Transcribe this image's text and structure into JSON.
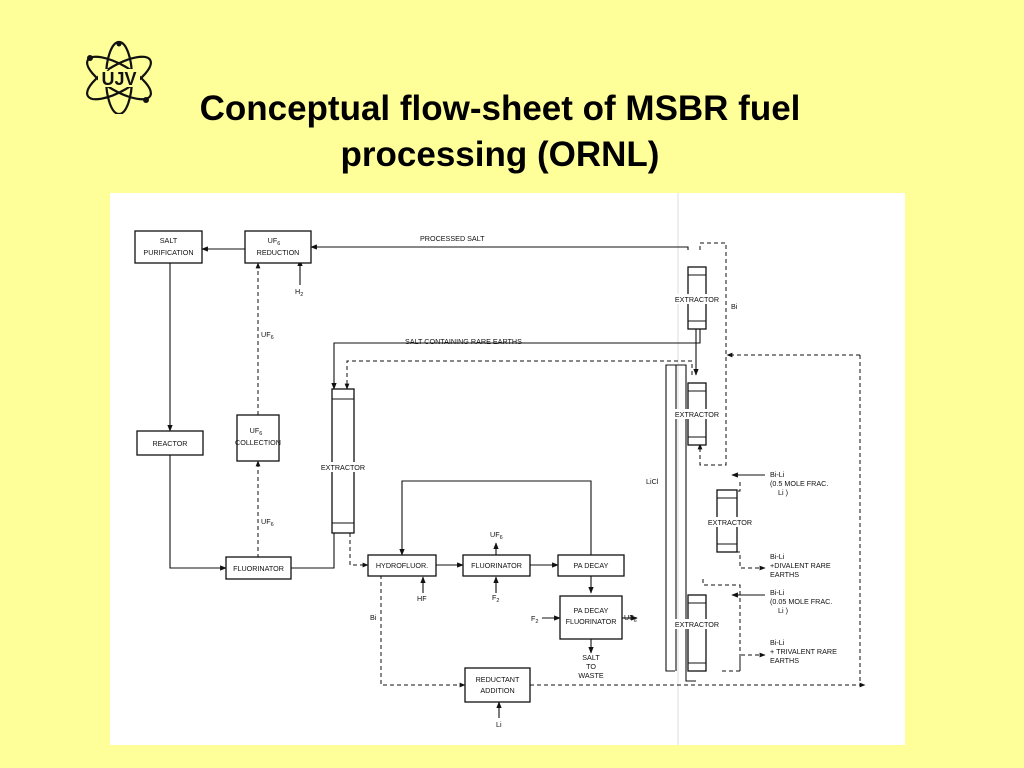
{
  "logo": {
    "text": "ÚJV"
  },
  "slide": {
    "title_line1": "Conceptual flow-sheet of MSBR fuel",
    "title_line2": "processing (ORNL)"
  },
  "diagram": {
    "boxes": {
      "salt_purification_1": "SALT",
      "salt_purification_2": "PURIFICATION",
      "uf6_reduction_1": "UF",
      "uf6_reduction_sub": "6",
      "uf6_reduction_2": "REDUCTION",
      "reactor": "REACTOR",
      "uf6_collection_1": "UF",
      "uf6_collection_sub": "6",
      "uf6_collection_2": "COLLECTION",
      "fluorinator_1": "FLUORINATOR",
      "extractor_main": "EXTRACTOR",
      "hydrofluor": "HYDROFLUOR.",
      "fluorinator_2": "FLUORINATOR",
      "pa_decay": "PA DECAY",
      "pa_decay_fluorinator_1": "PA DECAY",
      "pa_decay_fluorinator_2": "FLUORINATOR",
      "reductant_addition_1": "REDUCTANT",
      "reductant_addition_2": "ADDITION",
      "extractor_top": "EXTRACTOR",
      "extractor_mid": "EXTRACTOR",
      "extractor_bili": "EXTRACTOR",
      "extractor_bottom": "EXTRACTOR"
    },
    "labels": {
      "processed_salt": "PROCESSED SALT",
      "salt_rare_earths": "SALT CONTAINING RARE EARTHS",
      "h2": "H",
      "h2_sub": "2",
      "uf6_a": "UF",
      "uf6_a_sub": "6",
      "uf6_b": "UF",
      "uf6_b_sub": "6",
      "uf6_c": "UF",
      "uf6_c_sub": "6",
      "uf6_d": "UF",
      "uf6_d_sub": "6",
      "hf": "HF",
      "f2_a": "F",
      "f2_a_sub": "2",
      "f2_b": "F",
      "f2_b_sub": "2",
      "salt_to_waste_1": "SALT",
      "salt_to_waste_2": "TO",
      "salt_to_waste_3": "WASTE",
      "bi_left": "Bi",
      "bi_right": "Bi",
      "li": "Li",
      "licl": "LiCl",
      "bili_05_1": "Bi-Li",
      "bili_05_2": "(0.5   MOLE FRAC.",
      "bili_05_3": "Li )",
      "bili_div_1": "Bi-Li",
      "bili_div_2": "+DIVALENT RARE",
      "bili_div_3": "EARTHS",
      "bili_005_1": "Bi-Li",
      "bili_005_2": "(0.05 MOLE FRAC.",
      "bili_005_3": "Li )",
      "bili_tri_1": "Bi-Li",
      "bili_tri_2": "+ TRIVALENT RARE",
      "bili_tri_3": "EARTHS"
    }
  }
}
